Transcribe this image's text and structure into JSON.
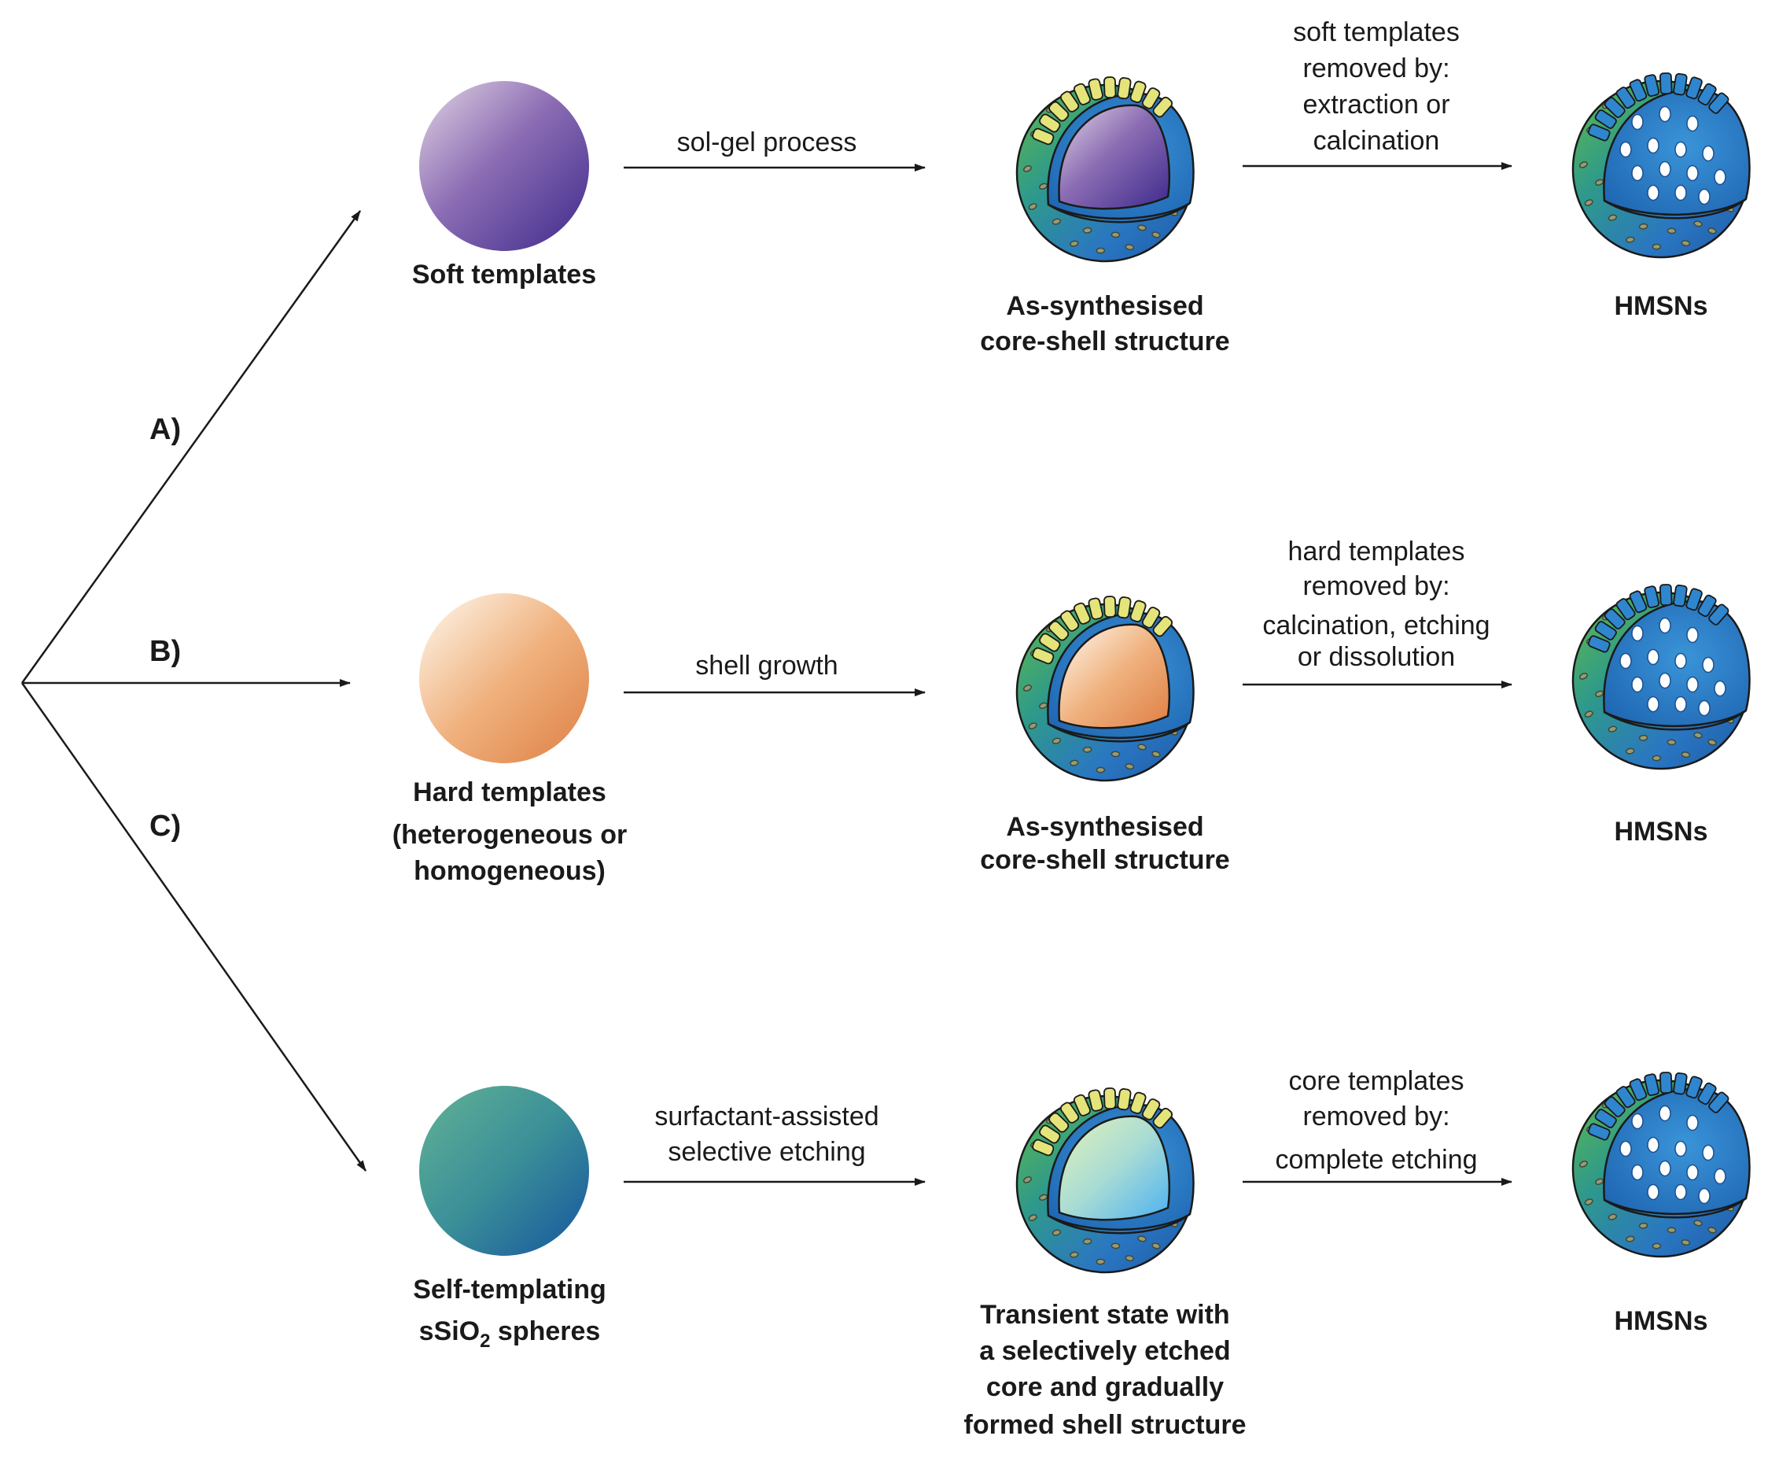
{
  "colors": {
    "line": "#1a1a1a",
    "shell_blue": "#2a7cc6",
    "shell_dark": "#1b4f8f",
    "shell_green": "#58b84f",
    "shell_inner": "#2f86cf",
    "pore_fill": "#9a9a72",
    "pore_stroke": "#3b4a3b",
    "channel_yellow": "#e4e47a",
    "soft_light": "#d9c9dd",
    "soft_dark": "#4b2f8f",
    "hard_light": "#fdf6ea",
    "hard_dark": "#e38a4f",
    "self_light": "#5aaf95",
    "self_dark": "#1a5d9f",
    "transient_light": "#d5ecb2",
    "transient_dark": "#5fbaf0"
  },
  "icons": [
    "template-sphere-icon",
    "core-shell-particle-icon",
    "hollow-mesoporous-sphere-icon"
  ],
  "branches": {
    "a": "A)",
    "b": "B)",
    "c": "C)"
  },
  "rows": [
    {
      "template_label": [
        "Soft templates"
      ],
      "process_label": [
        "sol-gel process"
      ],
      "intermediate_label": [
        "As-synthesised",
        "core-shell structure"
      ],
      "removal_label": [
        "soft templates",
        "removed by:",
        "extraction or",
        "calcination"
      ],
      "product_label": "HMSNs"
    },
    {
      "template_label": [
        "Hard templates",
        "(heterogeneous or",
        "homogeneous)"
      ],
      "process_label": [
        "shell growth"
      ],
      "intermediate_label": [
        "As-synthesised",
        "core-shell structure"
      ],
      "removal_label": [
        "hard templates",
        "removed by:",
        "calcination, etching",
        "or dissolution"
      ],
      "product_label": "HMSNs"
    },
    {
      "template_label_line1": "Self-templating",
      "template_label_line2_prefix": "sSiO",
      "template_label_line2_sub": "2",
      "template_label_line2_suffix": " spheres",
      "process_label": [
        "surfactant-assisted",
        "selective etching"
      ],
      "intermediate_label": [
        "Transient state with",
        "a selectively etched",
        "core and gradually",
        "formed shell structure"
      ],
      "removal_label": [
        "core templates",
        "removed by:",
        "complete etching"
      ],
      "product_label": "HMSNs"
    }
  ]
}
